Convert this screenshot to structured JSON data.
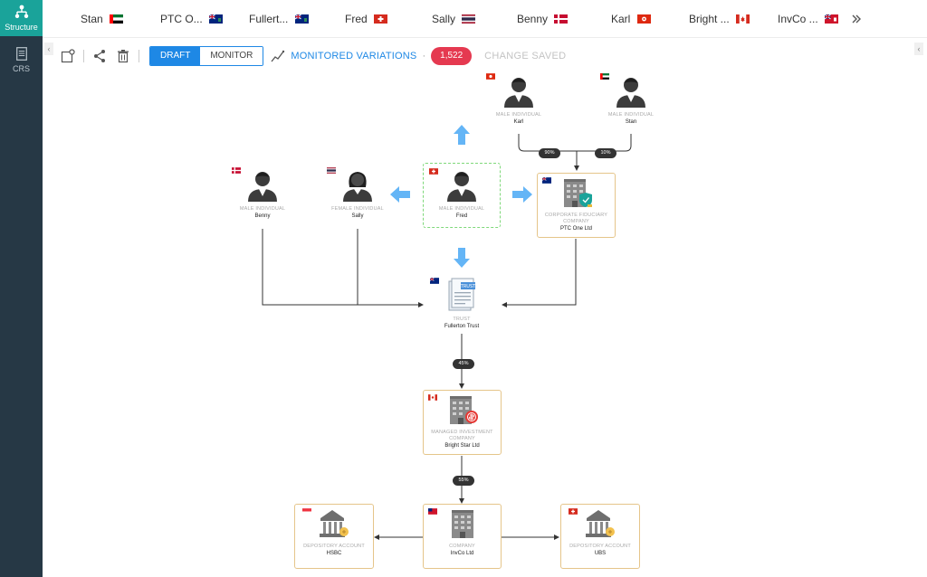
{
  "sidebar": {
    "items": [
      {
        "label": "Structure",
        "icon": "structure-icon",
        "active": true
      },
      {
        "label": "CRS",
        "icon": "document-icon",
        "active": false
      }
    ]
  },
  "tabs": [
    {
      "label": "Stan",
      "flag": "uae"
    },
    {
      "label": "PTC O...",
      "flag": "bvi"
    },
    {
      "label": "Fullert...",
      "flag": "bvi"
    },
    {
      "label": "Fred",
      "flag": "switzerland"
    },
    {
      "label": "Sally",
      "flag": "thailand"
    },
    {
      "label": "Benny",
      "flag": "denmark"
    },
    {
      "label": "Karl",
      "flag": "hongkong"
    },
    {
      "label": "Bright ...",
      "flag": "canada"
    },
    {
      "label": "InvCo ...",
      "flag": "bermuda"
    }
  ],
  "toolbar": {
    "draft": "DRAFT",
    "monitor": "MONITOR",
    "monitored_variations": "MONITORED VARIATIONS",
    "separator": "·",
    "count": "1,522",
    "status": "CHANGE SAVED"
  },
  "nodes": {
    "karl": {
      "type": "MALE INDIVIDUAL",
      "name": "Karl"
    },
    "stan": {
      "type": "MALE INDIVIDUAL",
      "name": "Stan"
    },
    "benny": {
      "type": "MALE INDIVIDUAL",
      "name": "Benny"
    },
    "sally": {
      "type": "FEMALE INDIVIDUAL",
      "name": "Sally"
    },
    "fred": {
      "type": "MALE INDIVIDUAL",
      "name": "Fred"
    },
    "ptc": {
      "type": "CORPORATE FIDUCIARY COMPANY",
      "name": "PTC One Ltd"
    },
    "trust": {
      "type": "TRUST",
      "name": "Fullerton Trust",
      "icon_text": "TRUST"
    },
    "bright": {
      "type": "MANAGED INVESTMENT COMPANY",
      "name": "Bright Star Ltd"
    },
    "hsbc": {
      "type": "DEPOSITORY ACCOUNT",
      "name": "HSBC"
    },
    "invco": {
      "type": "COMPANY",
      "name": "InvCo Ltd"
    },
    "ubs": {
      "type": "DEPOSITORY ACCOUNT",
      "name": "UBS"
    }
  },
  "edges": {
    "karl_ptc": "90%",
    "stan_ptc": "10%",
    "trust_bright": "45%",
    "bright_invco": "55%"
  },
  "colors": {
    "sidebar": "#263845",
    "active": "#1aa39a",
    "primary": "#1e88e5",
    "badge": "#e53950",
    "node_border": "#e5c58a",
    "selected_border": "#7fd87a",
    "arrow": "#64b5f6"
  }
}
